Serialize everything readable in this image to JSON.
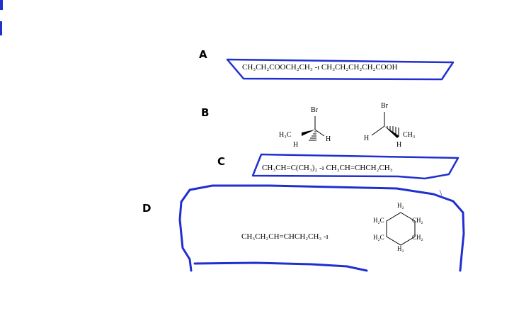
{
  "options": [
    {
      "letter": "A",
      "pair": [
        "CH₃CH₂COOCH₂CH₃",
        "CH₃CH₂CH₂CH₂COOH"
      ]
    },
    {
      "letter": "B",
      "left": {
        "top": "Br",
        "sub": "H₃C",
        "h1": "H",
        "h2": "H"
      },
      "right": {
        "top": "Br",
        "h1": "H",
        "sub": "CH₃",
        "h2": "H"
      }
    },
    {
      "letter": "C",
      "pair": [
        "CH₃CH=C(CH₃)₂",
        "CH₃CH=CHCH₂CH₃"
      ]
    },
    {
      "letter": "D",
      "pair": [
        "CH₃CH₂CH=CHCH₂CH₃"
      ],
      "ring": {
        "top": "H₂",
        "ul": "H₂C",
        "ur": "CH₂",
        "ll": "H₂C",
        "lr": "CH₂",
        "bottom": "H₂"
      }
    }
  ],
  "separator": "-ı",
  "colors": {
    "annotation": "#1f2fd0"
  }
}
